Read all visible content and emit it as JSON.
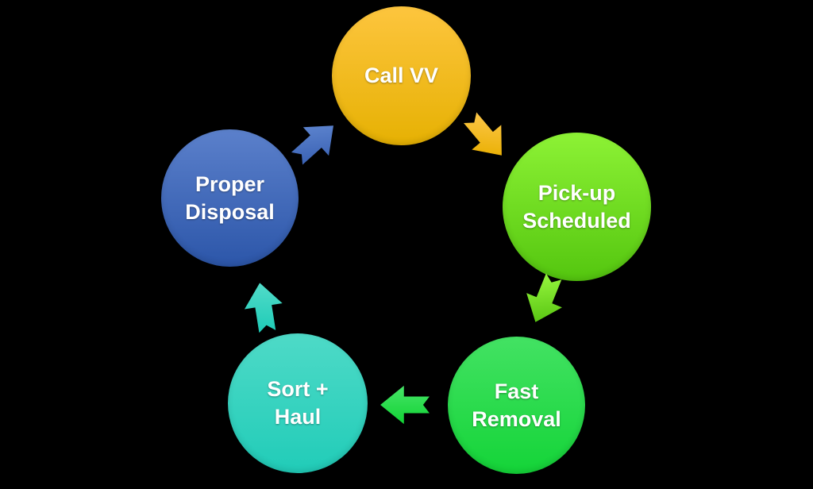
{
  "diagram": {
    "type": "cycle",
    "background_color": "#000000",
    "text_color": "#FFFFFF",
    "nodes": [
      {
        "id": "call-vv",
        "label": "Call VV",
        "lines": [
          "Call VV"
        ],
        "position": "top",
        "colors": {
          "top": "#FDC53E",
          "bottom": "#E6B103"
        }
      },
      {
        "id": "pickup-scheduled",
        "label": "Pick-up Scheduled",
        "lines": [
          "Pick-up",
          "Scheduled"
        ],
        "position": "right",
        "colors": {
          "top": "#8DF235",
          "bottom": "#54C60F"
        }
      },
      {
        "id": "fast-removal",
        "label": "Fast Removal",
        "lines": [
          "Fast",
          "Removal"
        ],
        "position": "bottom-right",
        "colors": {
          "top": "#43E263",
          "bottom": "#14D438"
        }
      },
      {
        "id": "sort-haul",
        "label": "Sort + Haul",
        "lines": [
          "Sort +",
          "Haul"
        ],
        "position": "bottom-left",
        "colors": {
          "top": "#4EDAC7",
          "bottom": "#21CCB8"
        }
      },
      {
        "id": "proper-disposal",
        "label": "Proper Disposal",
        "lines": [
          "Proper",
          "Disposal"
        ],
        "position": "left",
        "colors": {
          "top": "#5B80CB",
          "bottom": "#2C56A9"
        }
      }
    ],
    "arrows": [
      {
        "id": "proper-disposal-to-call-vv",
        "from": "Proper Disposal",
        "to": "Call VV",
        "direction": "up-right",
        "colors": {
          "top": "#5F86D0",
          "bottom": "#3A62B4"
        }
      },
      {
        "id": "call-vv-to-pickup-scheduled",
        "from": "Call VV",
        "to": "Pick-up Scheduled",
        "direction": "down-right",
        "colors": {
          "top": "#FCC647",
          "bottom": "#E9AF00"
        }
      },
      {
        "id": "pickup-scheduled-to-fast-removal",
        "from": "Pick-up Scheduled",
        "to": "Fast Removal",
        "direction": "down",
        "colors": {
          "top": "#94F43C",
          "bottom": "#58C512"
        }
      },
      {
        "id": "fast-removal-to-sort-haul",
        "from": "Fast Removal",
        "to": "Sort + Haul",
        "direction": "left",
        "colors": {
          "top": "#47E468",
          "bottom": "#11D334"
        }
      },
      {
        "id": "sort-haul-to-proper-disposal",
        "from": "Sort + Haul",
        "to": "Proper Disposal",
        "direction": "up",
        "colors": {
          "top": "#52DCC9",
          "bottom": "#1FCBB7"
        }
      }
    ]
  }
}
